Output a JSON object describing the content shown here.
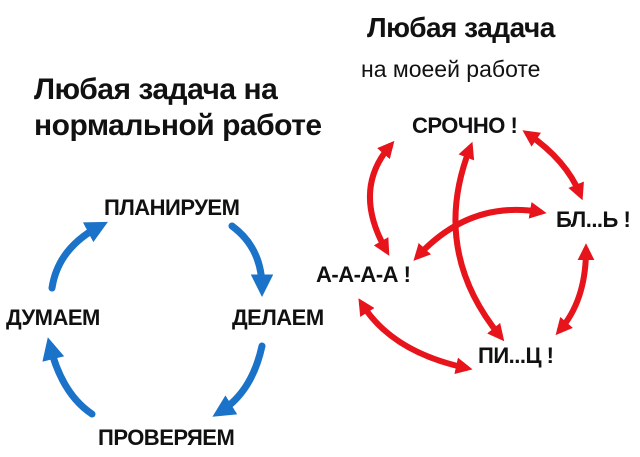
{
  "left": {
    "heading_line1": "Любая задача на",
    "heading_line2": "нормальной работе",
    "steps": [
      "ПЛАНИРУЕМ",
      "ДЕЛАЕМ",
      "ПРОВЕРЯЕМ",
      "ДУМАЕМ"
    ],
    "arrow_color": "#1a73c8"
  },
  "right": {
    "heading_line1": "Любая задача",
    "heading_line2": "на моеей работе",
    "states": [
      "СРОЧНО !",
      "БЛ...Ь !",
      "ПИ...Ц !",
      "А-А-А-А !"
    ],
    "arrow_color": "#e8141c"
  }
}
